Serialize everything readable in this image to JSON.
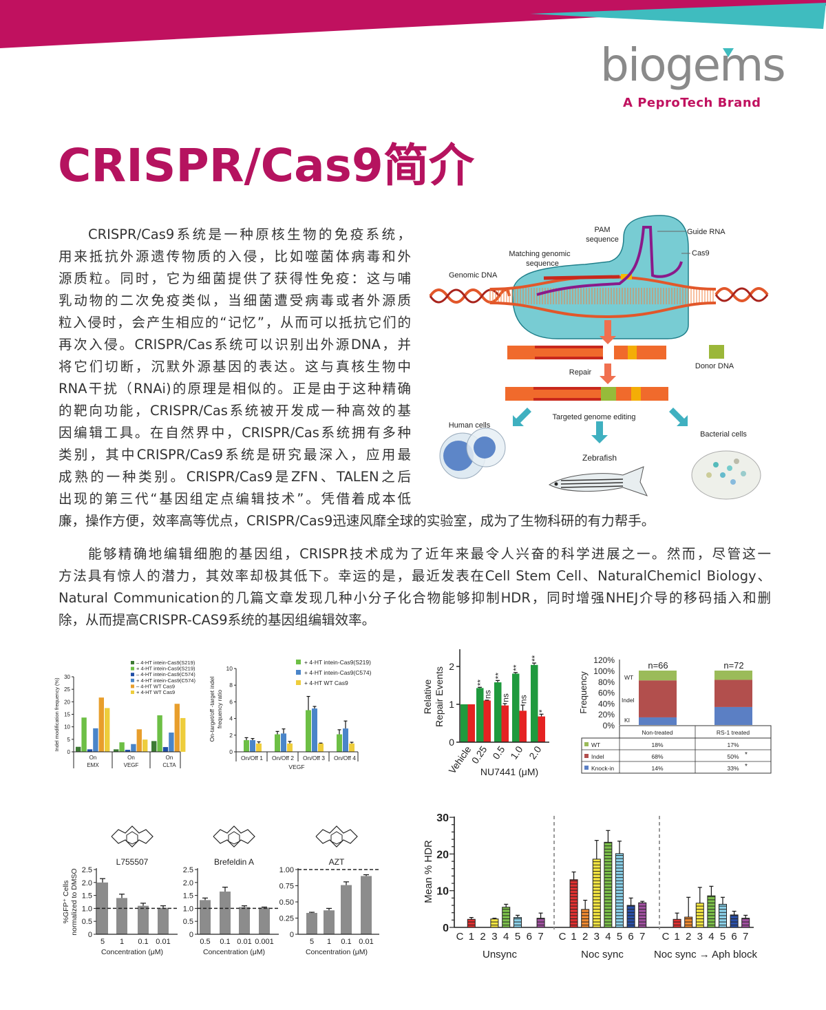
{
  "colors": {
    "brand_magenta": "#c0115f",
    "brand_teal": "#3fbcbf",
    "logo_gray": "#8a8a8a"
  },
  "header": {
    "logo_text": "biogems",
    "logo_subtitle": "A PeproTech Brand"
  },
  "title": "CRISPR/Cas9简介",
  "paragraph1": [
    "CRISPR/Cas9系统是一种原核生物的免疫系统，",
    "用来抵抗外源遗传物质的入侵，比如噬菌体病毒和外",
    "源质粒。同时，它为细菌提供了获得性免疫：这与哺",
    "乳动物的二次免疫类似，当细菌遭受病毒或者外源质",
    "粒入侵时，会产生相应的“记忆”，从而可以抵抗它们的",
    "再次入侵。CRISPR/Cas系统可以识别出外源DNA，并",
    "将它们切断，沉默外源基因的表达。这与真核生物中",
    "RNA干扰（RNAi)的原理是相似的。正是由于这种精确",
    "的靶向功能，CRISPR/Cas系统被开发成一种高效的基",
    "因编辑工具。在自然界中，CRISPR/Cas系统拥有多种",
    "类别，其中CRISPR/Cas9系统是研究最深入，应用最",
    "成熟的一种类别。CRISPR/Cas9是ZFN、TALEN之后",
    "出现的第三代“基因组定点编辑技术”。凭借着成本低",
    "廉，操作方便，效率高等优点，CRISPR/Cas9迅速风靡全球的实验室，成为了生物科研的有力帮手。"
  ],
  "paragraph2": [
    "能够精确地编辑细胞的基因组，CRISPR技术成为了近年来最令人兴奋的科学进展之一。然而，尽管这一",
    "方法具有惊人的潜力，其效率却极其低下。幸运的是，最近发表在Cell Stem Cell、NaturalChemicl Biology、",
    "Natural Communication的几篇文章发现几种小分子化合物能够抑制HDR，同时增强NHEJ介导的移码插入和删",
    "除，从而提高CRISPR-CAS9系统的基因组编辑效率。"
  ],
  "diagram": {
    "pam": "PAM",
    "pam2": "sequence",
    "guide_rna": "Guide RNA",
    "cas9": "Cas9",
    "matching": "Matching genomic",
    "matching2": "sequence",
    "genomic_dna": "Genomic DNA",
    "repair": "Repair",
    "donor_dna": "Donor DNA",
    "targeted": "Targeted genome editing",
    "human_cells": "Human cells",
    "zebrafish": "Zebrafish",
    "bacterial_cells": "Bacterial cells"
  },
  "chart_data": [
    {
      "type": "bar",
      "ylabel": "Indel modification frequency (%)",
      "ylim": [
        0,
        30
      ],
      "yticks": [
        "0",
        "5",
        "10",
        "15",
        "20",
        "25",
        "30"
      ],
      "row_label": "On",
      "categories": [
        "EMX",
        "VEGF",
        "CLTA"
      ],
      "series": [
        {
          "name": "– 4-HT intein-Cas9(S219)",
          "color": "#3d7a34",
          "values": [
            2,
            1,
            4.3
          ]
        },
        {
          "name": "+ 4-HT intein-Cas9(S219)",
          "color": "#6dbf45",
          "values": [
            13.7,
            3.8,
            14.6
          ]
        },
        {
          "name": "– 4-HT intein-Cas9(C574)",
          "color": "#1f4ea6",
          "values": [
            1,
            0.8,
            1.9
          ]
        },
        {
          "name": "+ 4-HT intein-Cas9(C574)",
          "color": "#4a85c9",
          "values": [
            9.4,
            3.1,
            7.7
          ]
        },
        {
          "name": "– 4-HT WT Cas9",
          "color": "#e89e2c",
          "values": [
            21.7,
            9,
            19.2
          ]
        },
        {
          "name": "+ 4-HT WT Cas9",
          "color": "#eecd3c",
          "values": [
            17.5,
            4.9,
            13.5
          ]
        }
      ]
    },
    {
      "type": "bar",
      "ylabel": "On-target/off -target indel",
      "ylabel2": "frequency ratio",
      "ylim": [
        0,
        10
      ],
      "yticks": [
        "0",
        "2",
        "4",
        "6",
        "8",
        "10"
      ],
      "xlabel": "VEGF",
      "categories": [
        "On/Off  1",
        "On/Off  2",
        "On/Off  3",
        "On/Off  4"
      ],
      "series": [
        {
          "name": "+ 4-HT intein-Cas9(S219)",
          "color": "#6dbf45",
          "values": [
            1.4,
            2.1,
            5.0,
            2.1
          ],
          "errors": [
            0.3,
            0.35,
            1.65,
            0.55
          ]
        },
        {
          "name": "+ 4-HT intein-Cas9(C574)",
          "color": "#4a85c9",
          "values": [
            1.4,
            2.2,
            5.2,
            2.8
          ],
          "errors": [
            0.2,
            0.55,
            0.25,
            0.9
          ]
        },
        {
          "name": "+ 4-HT WT Cas9",
          "color": "#eecd3c",
          "values": [
            1.0,
            1.0,
            1.0,
            1.0
          ],
          "errors": [
            0.2,
            0.25,
            0.05,
            0.15
          ]
        }
      ]
    },
    {
      "type": "bar",
      "ylabel": "Relative",
      "ylabel2": "Repair Events",
      "xlabel": "NU7441 (μM)",
      "ylim": [
        0,
        2.4
      ],
      "yticks": [
        "0",
        "1",
        "2"
      ],
      "categories": [
        "Vehicle",
        "0.25",
        "0.5",
        "1.0",
        "2.0"
      ],
      "series": [
        {
          "name": "green",
          "color": "#1f9a3e",
          "values": [
            1,
            1.43,
            1.58,
            1.81,
            2.04
          ],
          "errors": [
            0,
            0.02,
            0.05,
            0.03,
            0.05
          ],
          "marks": [
            "",
            "**",
            "**",
            "**",
            "**"
          ]
        },
        {
          "name": "red",
          "color": "#e52222",
          "values": [
            1,
            1.1,
            0.97,
            0.83,
            0.68
          ],
          "errors": [
            0,
            0.01,
            0.05,
            0.15,
            0.06
          ],
          "marks": [
            "",
            "ns",
            "ns",
            "ns",
            "*"
          ]
        }
      ]
    },
    {
      "type": "bar",
      "stacked": true,
      "ylabel": "Frequency",
      "ylim": [
        0,
        120
      ],
      "yticks": [
        "0%",
        "20%",
        "40%",
        "60%",
        "80%",
        "100%",
        "120%"
      ],
      "categories": [
        "Non-treated",
        "RS-1 treated"
      ],
      "n_labels": [
        "n=66",
        "n=72"
      ],
      "series": [
        {
          "name": "Knock-in",
          "short": "KI",
          "color": "#5b7fc4",
          "values": [
            14,
            33
          ]
        },
        {
          "name": "Indel",
          "short": "Indel",
          "color": "#b24f4d",
          "values": [
            68,
            50
          ]
        },
        {
          "name": "WT",
          "short": "WT",
          "color": "#9bbb59",
          "values": [
            18,
            17
          ]
        }
      ],
      "table": {
        "rows": [
          {
            "name": "WT",
            "color": "#9bbb59",
            "cells": [
              "18%",
              "17%"
            ],
            "sig": [
              "",
              ""
            ]
          },
          {
            "name": "Indel",
            "color": "#b24f4d",
            "cells": [
              "68%",
              "50%"
            ],
            "sig": [
              "",
              "*"
            ]
          },
          {
            "name": "Knock-in",
            "color": "#5b7fc4",
            "cells": [
              "14%",
              "33%"
            ],
            "sig": [
              "",
              "*"
            ]
          }
        ]
      }
    },
    {
      "type": "bar",
      "ylabel": "%GFP⁺ Cells",
      "ylabel2": "normalized to DMSO",
      "xlabel": "Concentration (μM)",
      "color": "#8c8c8c",
      "panels": [
        {
          "title": "L755507",
          "ylim": [
            0,
            2.5
          ],
          "yticks": [
            "0",
            "0.5",
            "1.0",
            "1.5",
            "2.0",
            "2.5"
          ],
          "tickvals": [
            0,
            0.5,
            1,
            1.5,
            2,
            2.5
          ],
          "reference": 1.0,
          "categories": [
            "5",
            "1",
            "0.1",
            "0.01"
          ],
          "values": [
            2.0,
            1.4,
            1.1,
            1.02
          ],
          "errors": [
            0.15,
            0.15,
            0.1,
            0.08
          ]
        },
        {
          "title": "Brefeldin A",
          "ylim": [
            0,
            2.5
          ],
          "yticks": [
            "0",
            "0.5",
            "1.0",
            "1.5",
            "2.0",
            "2.5"
          ],
          "tickvals": [
            0,
            0.5,
            1,
            1.5,
            2,
            2.5
          ],
          "reference": 1.0,
          "categories": [
            "0.5",
            "0.1",
            "0.01",
            "0.001"
          ],
          "values": [
            1.32,
            1.65,
            1.05,
            1.03
          ],
          "errors": [
            0.08,
            0.17,
            0.05,
            0.02
          ]
        },
        {
          "title": "AZT",
          "ylim": [
            0,
            1
          ],
          "yticks": [
            "0",
            "0.25",
            "0.50",
            "0.75",
            "1.00"
          ],
          "tickvals": [
            0,
            0.25,
            0.5,
            0.75,
            1
          ],
          "reference": 1.0,
          "categories": [
            "5",
            "1",
            "0.1",
            "0.01"
          ],
          "values": [
            0.33,
            0.37,
            0.76,
            0.9
          ],
          "errors": [
            0.01,
            0.03,
            0.05,
            0.02
          ]
        }
      ]
    },
    {
      "type": "bar",
      "ylabel": "Mean % HDR",
      "ylim": [
        0,
        30
      ],
      "yticks": [
        "0",
        "10",
        "20",
        "30"
      ],
      "categories": [
        "C",
        "1",
        "2",
        "3",
        "4",
        "5",
        "6",
        "7"
      ],
      "colors": [
        "#e03030",
        "#e03030",
        "#f08a30",
        "#f5e642",
        "#7cc04a",
        "#8ad0e8",
        "#2a50a8",
        "#a050a0"
      ],
      "groups": [
        {
          "name": "Unsync",
          "values": [
            0,
            2.2,
            0,
            2.3,
            5.5,
            2.7,
            0,
            2.5
          ],
          "errors": [
            0,
            0.5,
            0,
            0.2,
            0.8,
            0.6,
            0,
            1.4
          ]
        },
        {
          "name": "Noc sync",
          "values": [
            0,
            13,
            4.9,
            18.6,
            23.2,
            20.1,
            6,
            6.7
          ],
          "errors": [
            0,
            2.1,
            2.5,
            5.1,
            3.2,
            3.4,
            2,
            0.4
          ]
        },
        {
          "name": "Noc sync → Aph block",
          "values": [
            0,
            2.2,
            2.8,
            6.6,
            8.6,
            6.3,
            3.4,
            2.5
          ],
          "errors": [
            0,
            1.7,
            5.4,
            4.3,
            2.6,
            1.9,
            1,
            0.8
          ]
        }
      ]
    }
  ]
}
